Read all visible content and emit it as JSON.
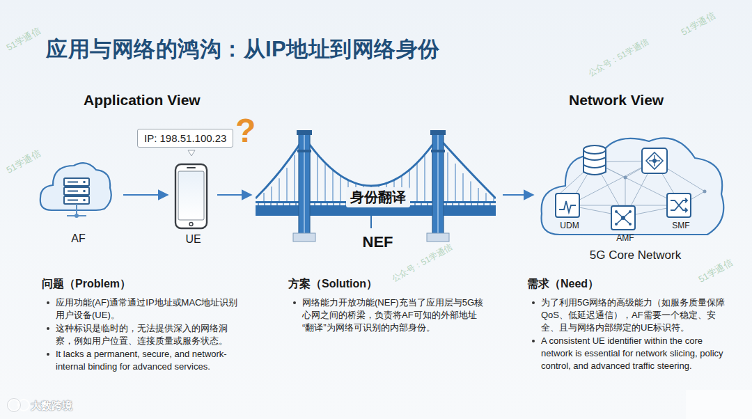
{
  "diagram": {
    "title": "应用与网络的鸿沟：从IP地址到网络身份",
    "nodes": [
      {
        "text": [
          "AF"
        ]
      },
      {
        "text": [
          "UE"
        ]
      },
      {
        "text": [
          "IP: 198.51.100.23"
        ]
      },
      {
        "text": [
          "身份翻译",
          "NEF"
        ]
      },
      {
        "text": [
          "5G Core Network"
        ]
      },
      {
        "text": [
          "UDM"
        ],
        "in": 4
      },
      {
        "text": [
          "AMF"
        ],
        "in": 4
      },
      {
        "text": [
          "SMF"
        ],
        "in": 4
      }
    ],
    "edges": [
      {
        "from": 0,
        "to": 1,
        "arrow": "to"
      },
      {
        "from": 1,
        "to": 3,
        "arrow": "to"
      },
      {
        "from": 3,
        "to": 4,
        "arrow": "to"
      }
    ],
    "labels": [
      "Application View",
      "Network View",
      "?",
      "问题（Problem）",
      "应用功能(AF)通常通过IP地址或MAC地址识别用户设备(UE)。",
      "这种标识是临时的，无法提供深入的网络洞察，例如用户位置、连接质量或服务状态。",
      "It lacks a permanent, secure, and network-internal binding for advanced services.",
      "方案（Solution）",
      "网络能力开放功能(NEF)充当了应用层与5G核心网之间的桥梁，负责将AF可知的外部地址“翻译”为网络可识别的内部身份。",
      "需求（Need）",
      "为了利用5G网络的高级能力（如服务质量保障QoS、低延迟通信），AF需要一个稳定、安全、且与网络内部绑定的UE标识符。",
      "A consistent UE identifier within the core network is essential for network slicing, policy control, and advanced traffic steering.",
      "51学通信",
      "51学通信",
      "公众号：51学通信",
      "51学通信",
      "公众号：51学通信",
      "51学通信",
      "大数跨境"
    ]
  }
}
